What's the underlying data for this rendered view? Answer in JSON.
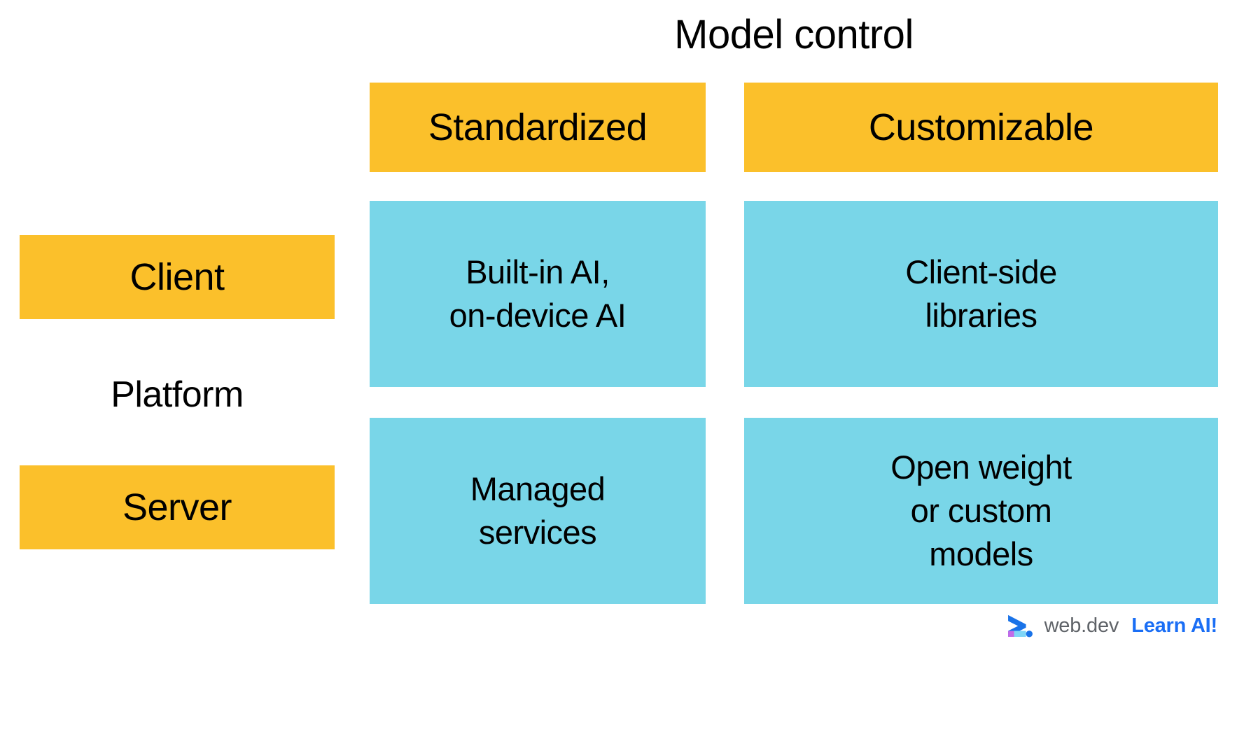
{
  "title": "Model control",
  "colors": {
    "header_yellow": "#FBC02B",
    "cell_blue": "#79D6E8",
    "text_black": "#000000",
    "brand_gray": "#5F6368",
    "brand_blue": "#1A6EF5",
    "logo_blue": "#1A73E8",
    "logo_purple": "#C36BE8",
    "logo_light_blue": "#7FD6F7"
  },
  "axes": {
    "column_axis_label": "Model control",
    "row_axis_label": "Platform"
  },
  "columns": [
    {
      "label": "Standardized"
    },
    {
      "label": "Customizable"
    }
  ],
  "rows": [
    {
      "label": "Client"
    },
    {
      "label": "Server"
    }
  ],
  "matrix": [
    [
      {
        "line1": "Built-in AI,",
        "line2": "on-device AI",
        "line3": ""
      },
      {
        "line1": "Client-side",
        "line2": "libraries",
        "line3": ""
      }
    ],
    [
      {
        "line1": "Managed",
        "line2": "services",
        "line3": ""
      },
      {
        "line1": "Open weight",
        "line2": "or custom",
        "line3": "models"
      }
    ]
  ],
  "brand": {
    "logo_name": "web-dev-logo-icon",
    "wordmark": "web.dev",
    "tagline": "Learn AI!"
  },
  "chart_data": {
    "type": "table",
    "title": "Model control",
    "xlabel": "Model control",
    "ylabel": "Platform",
    "col_headers": [
      "Standardized",
      "Customizable"
    ],
    "row_headers": [
      "Client",
      "Server"
    ],
    "cells": [
      [
        "Built-in AI, on-device AI",
        "Client-side libraries"
      ],
      [
        "Managed services",
        "Open weight or custom models"
      ]
    ],
    "grid": false,
    "legend": "none"
  }
}
